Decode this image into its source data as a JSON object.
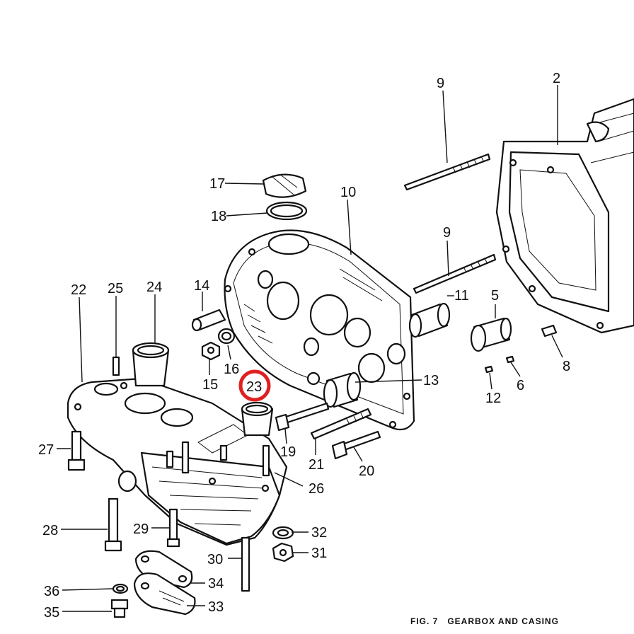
{
  "caption": "FIG. 7   GEARBOX AND CASING",
  "highlight_color": "#e02020",
  "highlighted_label": "23",
  "labels": [
    "2",
    "5",
    "6",
    "8",
    "9",
    "9",
    "10",
    "11",
    "12",
    "13",
    "14",
    "15",
    "16",
    "17",
    "18",
    "19",
    "20",
    "21",
    "22",
    "23",
    "24",
    "25",
    "26",
    "27",
    "28",
    "29",
    "30",
    "31",
    "32",
    "33",
    "34",
    "35",
    "36"
  ]
}
